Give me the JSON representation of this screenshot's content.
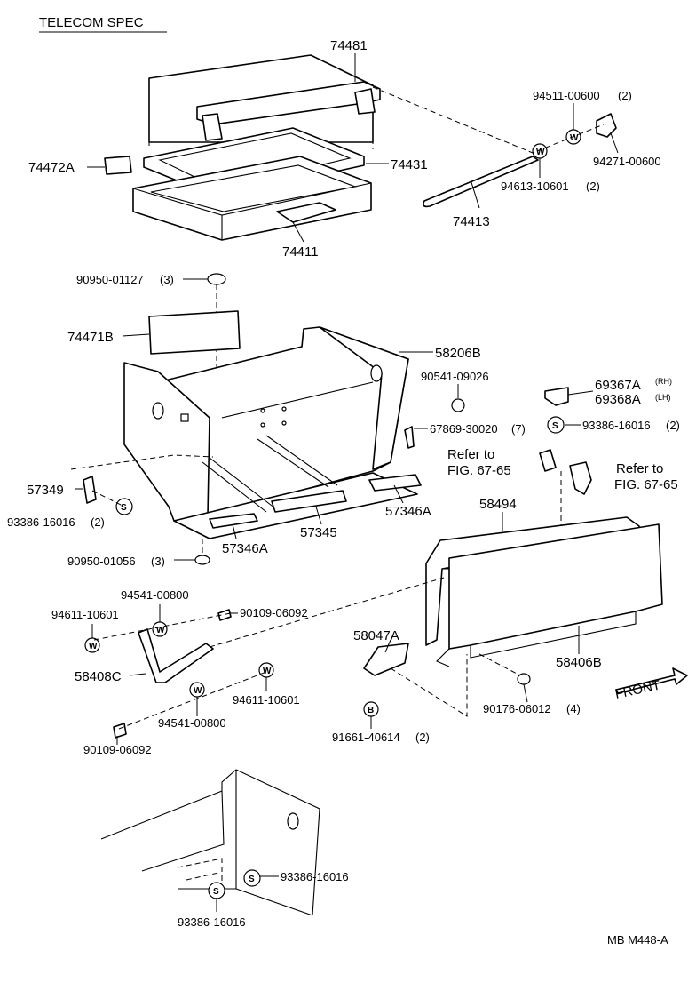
{
  "header": {
    "title": "TELECOM SPEC"
  },
  "footer": {
    "code": "MB  M448-A"
  },
  "front_label": "FRONT",
  "refer_labels": [
    {
      "line1": "Refer to",
      "line2": "FIG. 67-65"
    },
    {
      "line1": "Refer to",
      "line2": "FIG. 67-65"
    }
  ],
  "symbols": {
    "washer": "W",
    "screw": "S",
    "bolt": "B"
  },
  "parts": {
    "p74481": "74481",
    "p74431": "74431",
    "p74472A": "74472A",
    "p74411": "74411",
    "p94511": "94511-00600",
    "p94511_qty": "(2)",
    "p94271": "94271-00600",
    "p94613": "94613-10601",
    "p94613_qty": "(2)",
    "p74413": "74413",
    "p90950a": "90950-01127",
    "p90950a_qty": "(3)",
    "p74471B": "74471B",
    "p58206B": "58206B",
    "p90541": "90541-09026",
    "p69367A": "69367A",
    "p69367A_side": "(RH)",
    "p69368A": "69368A",
    "p69368A_side": "(LH)",
    "p93386a": "93386-16016",
    "p93386a_qty": "(2)",
    "p67869": "67869-30020",
    "p67869_qty": "(7)",
    "p57349": "57349",
    "p93386b": "93386-16016",
    "p93386b_qty": "(2)",
    "p57346A_r": "57346A",
    "p57345": "57345",
    "p57346A_l": "57346A",
    "p58494": "58494",
    "p90950b": "90950-01056",
    "p90950b_qty": "(3)",
    "p94541a": "94541-00800",
    "p94611a": "94611-10601",
    "p90109a": "90109-06092",
    "p58408C": "58408C",
    "p94611b": "94611-10601",
    "p94541b": "94541-00800",
    "p90109b": "90109-06092",
    "p58047A": "58047A",
    "p58406B": "58406B",
    "p90176": "90176-06012",
    "p90176_qty": "(4)",
    "p91661": "91661-40614",
    "p91661_qty": "(2)",
    "p93386c": "93386-16016",
    "p93386d": "93386-16016"
  }
}
